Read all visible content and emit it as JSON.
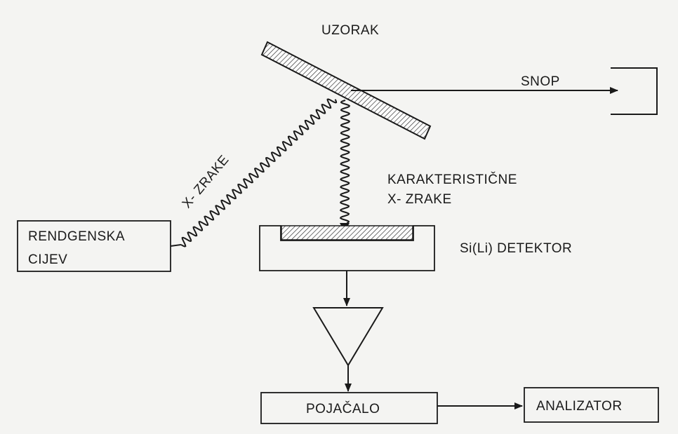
{
  "diagram": {
    "labels": {
      "sample": "UZORAK",
      "beam": "SNOP",
      "xrays": "X- ZRAKE",
      "characteristic_line1": "KARAKTERISTIČNE",
      "characteristic_line2": "X- ZRAKE",
      "tube_line1": "RENDGENSKA",
      "tube_line2": "CIJEV",
      "detector": "Si(Li) DETEKTOR",
      "amplifier": "POJAČALO",
      "analyzer": "ANALIZATOR"
    }
  }
}
